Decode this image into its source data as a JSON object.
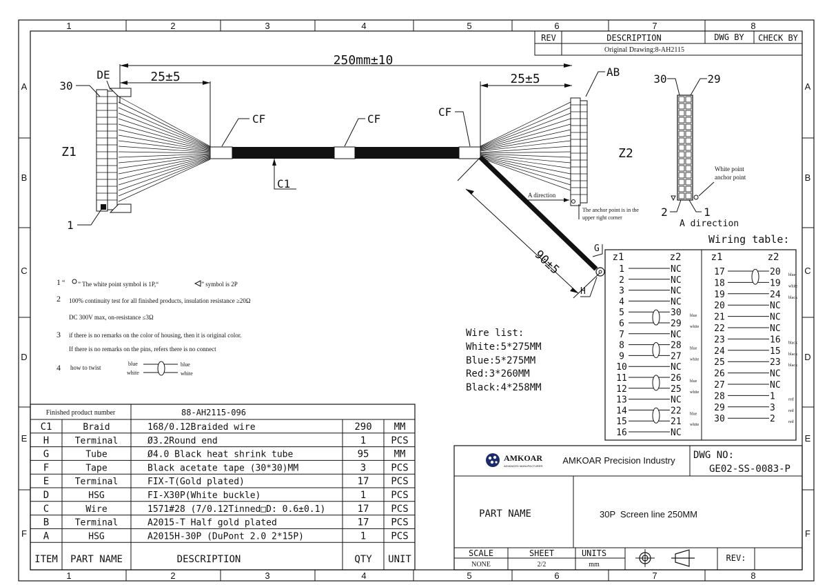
{
  "border": {
    "columns": [
      "1",
      "2",
      "3",
      "4",
      "5",
      "6",
      "7",
      "8"
    ],
    "rows": [
      "A",
      "B",
      "C",
      "D",
      "E",
      "F"
    ]
  },
  "revision_block": {
    "rev_header": "REV",
    "description_header": "DESCRIPTION",
    "dwg_by_header": "DWG BY",
    "check_by_header": "CHECK BY",
    "original_drawing": "Original Drawing:8-AH2115"
  },
  "drawing": {
    "overall_length": "250mm±10",
    "left_strip": "25±5",
    "right_strip": "25±5",
    "branch_length": "90±5",
    "z1_label": "Z1",
    "z2_label": "Z2",
    "de_label": "DE",
    "ab_label": "AB",
    "pin30_left": "30",
    "pin1_left": "1",
    "cf_labels": [
      "CF",
      "CF",
      "CF"
    ],
    "c1_label": "C1",
    "a_direction_small": "A direction",
    "anchor_note_line1": "The anchor point is in the",
    "anchor_note_line2": "upper right corner",
    "g_label": "G",
    "h_label": "H"
  },
  "connector_view": {
    "pin30": "30",
    "pin29": "29",
    "pin2": "2",
    "pin1": "1",
    "white_point_1": "White point",
    "white_point_2": "anchor point",
    "a_direction": "A direction"
  },
  "wiring_table": {
    "title": "Wiring table:",
    "col_z1": "z1",
    "col_z2": "z2",
    "left_rows": [
      {
        "z1": "1",
        "z2": "NC",
        "color": ""
      },
      {
        "z1": "2",
        "z2": "NC",
        "color": ""
      },
      {
        "z1": "3",
        "z2": "NC",
        "color": ""
      },
      {
        "z1": "4",
        "z2": "NC",
        "color": ""
      },
      {
        "z1": "5",
        "z2": "30",
        "color": "blue"
      },
      {
        "z1": "6",
        "z2": "29",
        "color": "white"
      },
      {
        "z1": "7",
        "z2": "NC",
        "color": ""
      },
      {
        "z1": "8",
        "z2": "28",
        "color": "blue"
      },
      {
        "z1": "9",
        "z2": "27",
        "color": "white"
      },
      {
        "z1": "10",
        "z2": "NC",
        "color": ""
      },
      {
        "z1": "11",
        "z2": "26",
        "color": "blue"
      },
      {
        "z1": "12",
        "z2": "25",
        "color": "white"
      },
      {
        "z1": "13",
        "z2": "NC",
        "color": ""
      },
      {
        "z1": "14",
        "z2": "22",
        "color": "blue"
      },
      {
        "z1": "15",
        "z2": "21",
        "color": "white"
      },
      {
        "z1": "16",
        "z2": "NC",
        "color": ""
      }
    ],
    "right_rows": [
      {
        "z1": "17",
        "z2": "20",
        "color": "blue"
      },
      {
        "z1": "18",
        "z2": "19",
        "color": "white"
      },
      {
        "z1": "19",
        "z2": "24",
        "color": "black"
      },
      {
        "z1": "20",
        "z2": "NC",
        "color": ""
      },
      {
        "z1": "21",
        "z2": "NC",
        "color": ""
      },
      {
        "z1": "22",
        "z2": "NC",
        "color": ""
      },
      {
        "z1": "23",
        "z2": "16",
        "color": "black"
      },
      {
        "z1": "24",
        "z2": "15",
        "color": "black"
      },
      {
        "z1": "25",
        "z2": "23",
        "color": "black"
      },
      {
        "z1": "26",
        "z2": "NC",
        "color": ""
      },
      {
        "z1": "27",
        "z2": "NC",
        "color": ""
      },
      {
        "z1": "28",
        "z2": "1",
        "color": "red"
      },
      {
        "z1": "29",
        "z2": "3",
        "color": "red"
      },
      {
        "z1": "30",
        "z2": "2",
        "color": "red"
      }
    ]
  },
  "notes": {
    "n1_num": "1",
    "n1_a": "“ ",
    "n1_b": " ” The white point symbol is 1P,“",
    "n1_c": " ”   symbol is 2P",
    "n2_num": "2",
    "n2_line1": "100% continuity test for all finished products,  insulation resistance ≥20Ω",
    "n2_line2": "DC 300V max, on-resistance ≤3Ω",
    "n3_num": "3",
    "n3_line1": " if there is no remarks on the color of housing, then it is original color.",
    "n3_line2": "If there is no remarks on the pins, refers there is no connect",
    "n4_num": "4",
    "n4_text": "how to twist",
    "twist_blue": "blue",
    "twist_white": "white"
  },
  "wire_list": {
    "title": "Wire list:",
    "items": [
      "White:5*275MM",
      "Blue:5*275MM",
      "Red:3*260MM",
      "Black:4*258MM"
    ]
  },
  "bom": {
    "finished_label": "Finished product number",
    "finished_value": "88-AH2115-096",
    "rows": [
      {
        "item": "C1",
        "part": "Braid",
        "desc": "168/0.12Braided wire",
        "qty": "290",
        "unit": "MM"
      },
      {
        "item": "H",
        "part": "Terminal",
        "desc": "Ø3.2Round end",
        "qty": "1",
        "unit": "PCS"
      },
      {
        "item": "G",
        "part": "Tube",
        "desc": "Ø4.0  Black heat shrink tube",
        "qty": "95",
        "unit": "MM"
      },
      {
        "item": "F",
        "part": "Tape",
        "desc": "Black acetate tape (30*30)MM",
        "qty": "3",
        "unit": "PCS"
      },
      {
        "item": "E",
        "part": "Terminal",
        "desc": "FIX-T(Gold plated)",
        "qty": "17",
        "unit": "PCS"
      },
      {
        "item": "D",
        "part": "HSG",
        "desc": "FI-X30P(White buckle)",
        "qty": "1",
        "unit": "PCS"
      },
      {
        "item": "C",
        "part": "Wire",
        "desc": "1571#28 (7/0.12Tinned□D: 0.6±0.1)",
        "qty": "17",
        "unit": "PCS"
      },
      {
        "item": "B",
        "part": "Terminal",
        "desc": "A2015-T Half gold plated",
        "qty": "17",
        "unit": "PCS"
      },
      {
        "item": "A",
        "part": "HSG",
        "desc": "A2015H-30P (DuPont 2.0 2*15P)",
        "qty": "1",
        "unit": "PCS"
      }
    ],
    "header": {
      "item": "ITEM",
      "part": "PART NAME",
      "desc": "DESCRIPTION",
      "qty": "QTY",
      "unit": "UNIT"
    }
  },
  "title_block": {
    "logo_text": "AMKOAR",
    "logo_sub": "ADVANCED MANUFACTURER",
    "company": "AMKOAR Precision Industry",
    "dwg_no_label": "DWG NO:",
    "dwg_no": "GE02-SS-0083-P",
    "part_name_label": "PART NAME",
    "part_name_a": "30P",
    "part_name_b": "Screen line 250MM",
    "scale_label": "SCALE",
    "scale_value": "NONE",
    "sheet_label": "SHEET",
    "sheet_value": "2/2",
    "units_label": "UNITS",
    "units_value": "mm",
    "rev_label": "REV:"
  }
}
